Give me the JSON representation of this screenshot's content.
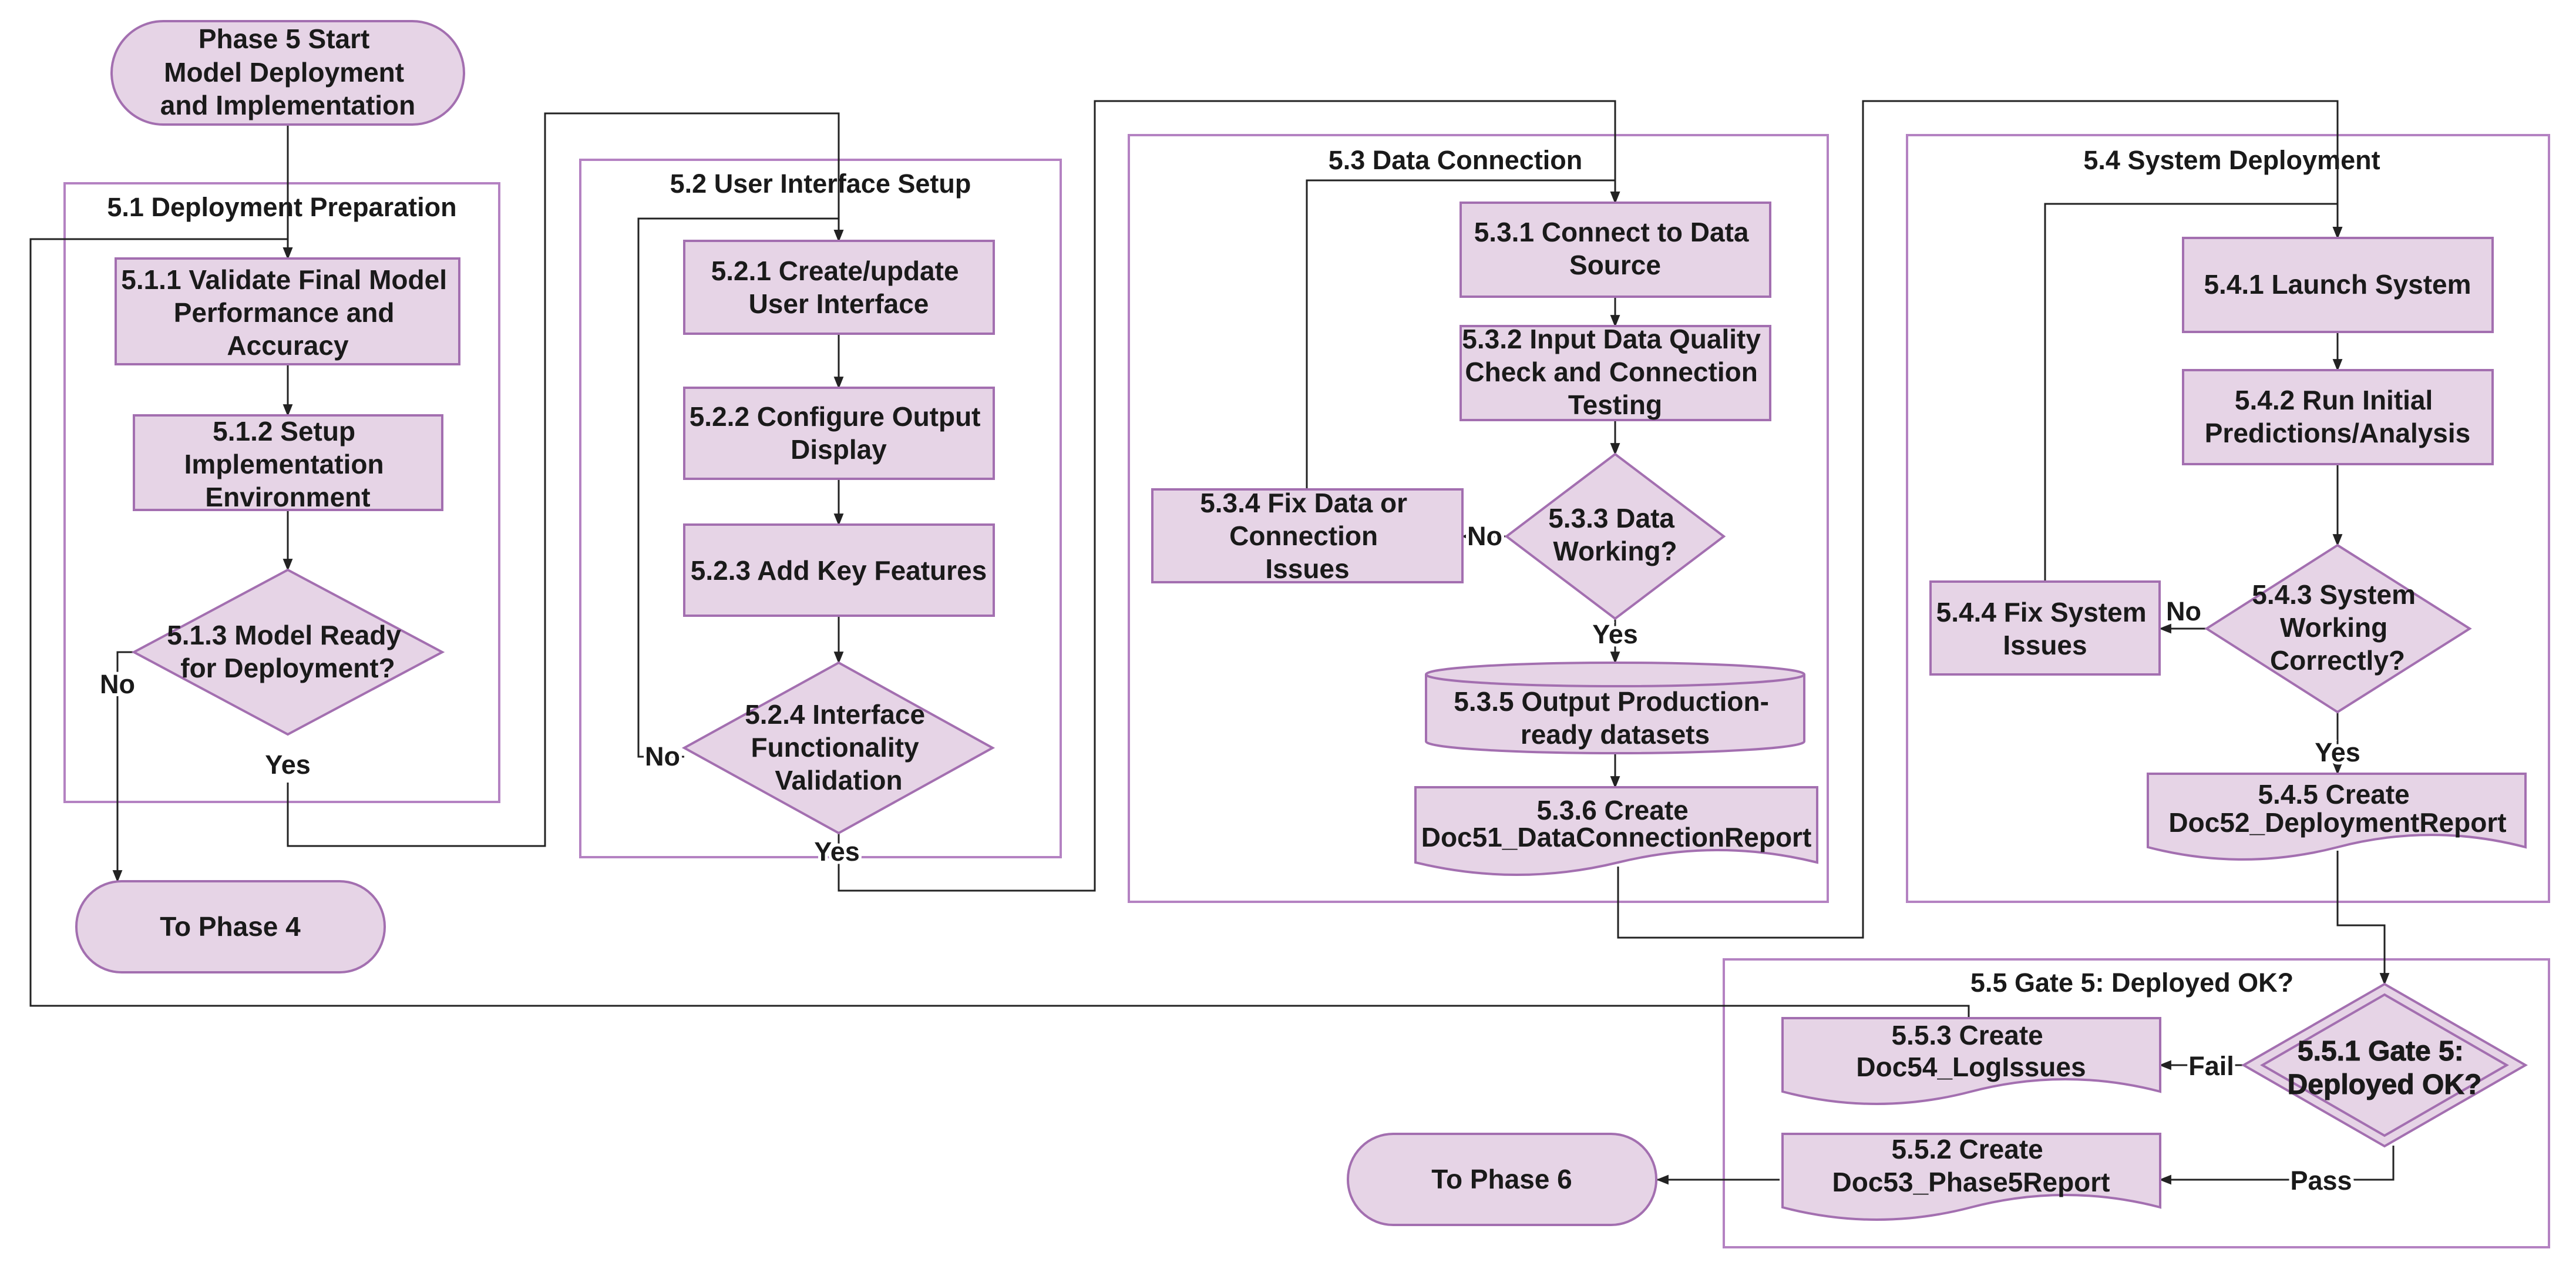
{
  "groups": {
    "g51": "5.1 Deployment Preparation",
    "g52": "5.2 User Interface Setup",
    "g53": "5.3 Data Connection",
    "g54": "5.4 System Deployment",
    "g55": "5.5 Gate 5: Deployed OK?"
  },
  "nodes": {
    "start": [
      "Phase 5 Start",
      "Model Deployment",
      "and Implementation"
    ],
    "n511": [
      "5.1.1 Validate Final Model",
      "Performance and",
      "Accuracy"
    ],
    "n512": [
      "5.1.2 Setup",
      "Implementation",
      "Environment"
    ],
    "n513": [
      "5.1.3 Model Ready",
      "for Deployment?"
    ],
    "to_phase4": [
      "To Phase 4"
    ],
    "n521": [
      "5.2.1 Create/update",
      "User Interface"
    ],
    "n522": [
      "5.2.2 Configure Output",
      "Display"
    ],
    "n523": [
      "5.2.3 Add Key Features"
    ],
    "n524": [
      "5.2.4 Interface",
      "Functionality",
      "Validation"
    ],
    "n531": [
      "5.3.1 Connect to Data",
      "Source"
    ],
    "n532": [
      "5.3.2 Input Data Quality",
      "Check and Connection",
      "Testing"
    ],
    "n533": [
      "5.3.3 Data",
      "Working?"
    ],
    "n534": [
      "5.3.4 Fix Data or",
      "Connection",
      "Issues"
    ],
    "n535": [
      "5.3.5 Output Production-",
      "ready datasets"
    ],
    "n536": [
      "5.3.6 Create",
      "Doc51_DataConnectionReport"
    ],
    "n541": [
      "5.4.1 Launch System"
    ],
    "n542": [
      "5.4.2 Run Initial",
      "Predictions/Analysis"
    ],
    "n543": [
      "5.4.3 System",
      "Working",
      "Correctly?"
    ],
    "n544": [
      "5.4.4 Fix System",
      "Issues"
    ],
    "n545": [
      "5.4.5 Create",
      "Doc52_DeploymentReport"
    ],
    "n551": [
      "5.5.1 Gate 5:",
      "Deployed OK?"
    ],
    "n552": [
      "5.5.2 Create",
      "Doc53_Phase5Report"
    ],
    "n553": [
      "5.5.3 Create",
      "Doc54_LogIssues"
    ],
    "to_phase6": [
      "To Phase 6"
    ]
  },
  "edge_labels": {
    "n513_no": "No",
    "n513_yes": "Yes",
    "n524_no": "No",
    "n524_yes": "Yes",
    "n533_no": "No",
    "n533_yes": "Yes",
    "n543_no": "No",
    "n543_yes": "Yes",
    "n551_fail": "Fail",
    "n551_pass": "Pass"
  },
  "colors": {
    "node_fill": "#e6d4e6",
    "node_stroke": "#a36fb0",
    "group_stroke": "#b482c2",
    "edge": "#222222"
  }
}
